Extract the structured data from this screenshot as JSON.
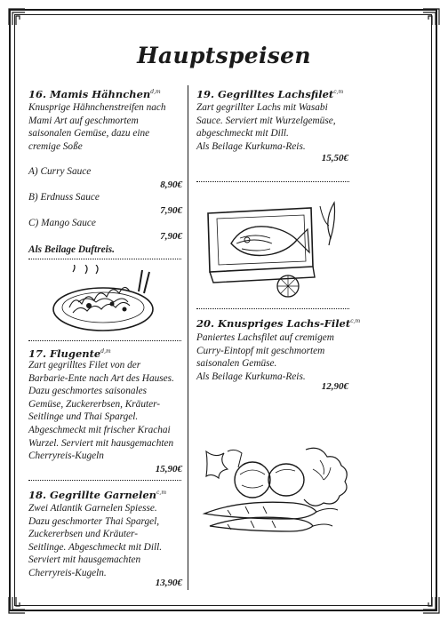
{
  "title": "Hauptspeisen",
  "left": {
    "item16": {
      "title": "16. Mamis Hähnchen",
      "allergens": "d,m",
      "desc": [
        "Knusprige Hähnchenstreifen nach",
        "Mami Art auf geschmortem",
        "saisonalen Gemüse, dazu eine",
        "cremige Soße"
      ],
      "options": [
        {
          "label": "A) Curry Sauce",
          "price": "8,90€"
        },
        {
          "label": "B) Erdnuss Sauce",
          "price": "7,90€"
        },
        {
          "label": "C) Mango Sauce",
          "price": "7,90€"
        }
      ],
      "side": "Als Beilage Duftreis."
    },
    "item17": {
      "title": "17. Flugente",
      "allergens": "d,m",
      "desc": [
        "Zart gegrilltes Filet von der",
        "Barbarie-Ente nach Art des Hauses.",
        "Dazu geschmortes saisonales",
        "Gemüse, Zuckererbsen, Kräuter-",
        "Seitlinge und Thai Spargel.",
        "Abgeschmeckt mit frischer Krachai",
        "Wurzel. Serviert mit hausgemachten",
        "Cherryreis-Kugeln"
      ],
      "price": "15,90€"
    },
    "item18": {
      "title": "18. Gegrillte Garnelen",
      "allergens": "c,m",
      "desc": [
        "Zwei Atlantik Garnelen Spiesse.",
        "Dazu geschmorter Thai Spargel,",
        "Zuckererbsen und Kräuter-",
        "Seitlinge. Abgeschmeckt mit Dill.",
        "Serviert mit hausgemachten",
        "Cherryreis-Kugeln."
      ],
      "price": "13,90€"
    }
  },
  "right": {
    "item19": {
      "title": "19. Gegrilltes Lachsfilet",
      "allergens": "c,m",
      "desc": [
        "Zart gegrillter Lachs mit Wasabi",
        "Sauce. Serviert mit Wurzelgemüse,",
        "abgeschmeckt mit Dill.",
        "Als Beilage Kurkuma-Reis."
      ],
      "price": "15,50€"
    },
    "item20": {
      "title": "20. Knuspriges Lachs-Filet",
      "allergens": "c,m",
      "desc": [
        "Paniertes Lachsfilet auf cremigem",
        "Curry-Eintopf mit geschmortem",
        "saisonalen Gemüse.",
        "Als Beilage Kurkuma-Reis."
      ],
      "price": "12,90€"
    }
  },
  "icons": [
    "corner-ornament-icon",
    "noodle-plate-illustration",
    "grilled-fish-illustration",
    "vegetables-illustration"
  ]
}
